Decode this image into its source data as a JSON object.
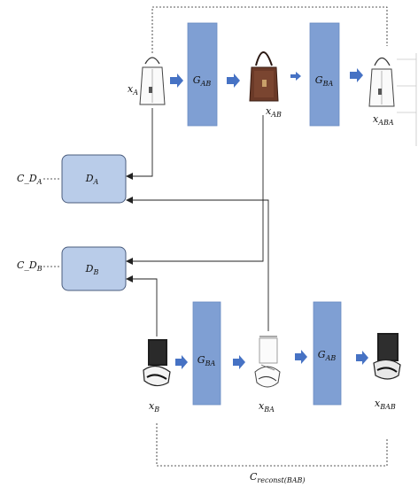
{
  "generators": {
    "top_first": {
      "base": "G",
      "sub": "AB"
    },
    "top_second": {
      "base": "G",
      "sub": "BA"
    },
    "bottom_first": {
      "base": "G",
      "sub": "BA"
    },
    "bottom_second": {
      "base": "G",
      "sub": "AB"
    }
  },
  "discriminators": {
    "a": {
      "base": "D",
      "sub": "A"
    },
    "b": {
      "base": "D",
      "sub": "B"
    }
  },
  "loss_labels": {
    "c_da": {
      "base": "C_D",
      "sub": "A"
    },
    "c_db": {
      "base": "C_D",
      "sub": "B"
    },
    "reconst_bab": {
      "base": "C",
      "sub": "reconst(BAB)"
    }
  },
  "image_labels": {
    "xa": {
      "base": "x",
      "sub": "A"
    },
    "xab": {
      "base": "x",
      "sub": "AB"
    },
    "xaba": {
      "base": "x",
      "sub": "ABA"
    },
    "xb": {
      "base": "x",
      "sub": "B"
    },
    "xba": {
      "base": "x",
      "sub": "BA"
    },
    "xbab": {
      "base": "x",
      "sub": "BAB"
    }
  },
  "colors": {
    "generator_fill": "#7f9fd3",
    "discriminator_fill": "#b9cce9",
    "flow_arrow": "#4672c4",
    "brown_bag": "#6b3a28",
    "dark_item": "#1e1e1e"
  }
}
